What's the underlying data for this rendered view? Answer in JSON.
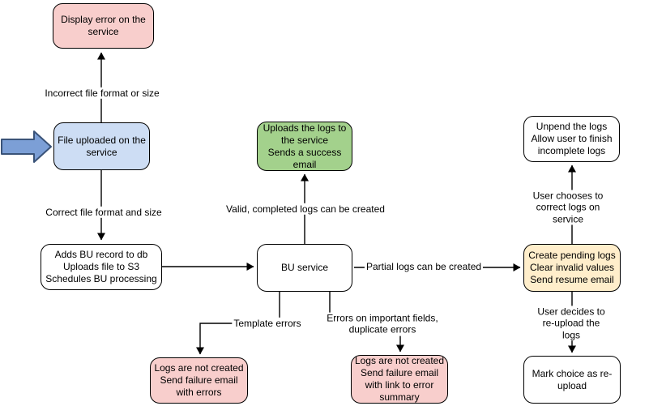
{
  "palette": {
    "pink": "#f8cecc",
    "blue": "#cdddf4",
    "green": "#a3d18c",
    "yellow": "#ffeecb",
    "white": "#ffffff",
    "node_stroke": "#000000",
    "edge_color": "#000000",
    "fat_arrow_fill": "#7c9fd6",
    "fat_arrow_stroke": "#3a5378"
  },
  "nodes": [
    {
      "id": "display-error",
      "text": "Display error on the service",
      "fill": "pink"
    },
    {
      "id": "file-uploaded",
      "text": "File uploaded on the service",
      "fill": "blue"
    },
    {
      "id": "adds-bu-record",
      "text": "Adds BU record to db\nUploads file to S3\nSchedules BU processing",
      "fill": "white"
    },
    {
      "id": "upload-success",
      "text": "Uploads the logs to the service\nSends a success email",
      "fill": "green"
    },
    {
      "id": "bu-service",
      "text": "BU service",
      "fill": "white"
    },
    {
      "id": "unpend-logs",
      "text": "Unpend the logs\nAllow user to finish incomplete logs",
      "fill": "white"
    },
    {
      "id": "create-pending-logs",
      "text": "Create pending logs\nClear invalid values\nSend resume email",
      "fill": "yellow"
    },
    {
      "id": "mark-reupload",
      "text": "Mark choice as re-upload",
      "fill": "white"
    },
    {
      "id": "fail-template-errors",
      "text": "Logs are not created\nSend failure email with errors",
      "fill": "pink"
    },
    {
      "id": "fail-error-summary",
      "text": "Logs are not created\nSend failure email with link to error summary",
      "fill": "pink"
    }
  ],
  "edge_labels": [
    {
      "id": "incorrect-format",
      "text": "Incorrect file format or size"
    },
    {
      "id": "correct-format",
      "text": "Correct file format and size"
    },
    {
      "id": "valid-logs",
      "text": "Valid, completed logs can be created"
    },
    {
      "id": "partial-logs",
      "text": "Partial logs can be created"
    },
    {
      "id": "user-corrects",
      "text": "User chooses to correct logs on service"
    },
    {
      "id": "user-reuploads",
      "text": "User decides to re-upload the logs"
    },
    {
      "id": "template-errors",
      "text": "Template errors"
    },
    {
      "id": "field-errors",
      "text": "Errors on important fields,\nduplicate errors"
    }
  ]
}
